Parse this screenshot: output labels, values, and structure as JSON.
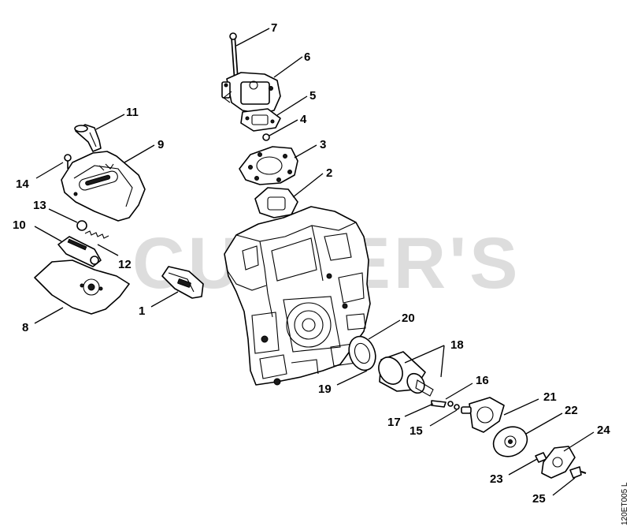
{
  "watermark": "CUSTER'S",
  "drawing_code": "120ET005 L",
  "callouts": [
    "1",
    "2",
    "3",
    "4",
    "5",
    "6",
    "7",
    "8",
    "9",
    "10",
    "11",
    "12",
    "13",
    "14",
    "15",
    "16",
    "17",
    "18",
    "19",
    "20",
    "21",
    "22",
    "23",
    "24",
    "25"
  ]
}
